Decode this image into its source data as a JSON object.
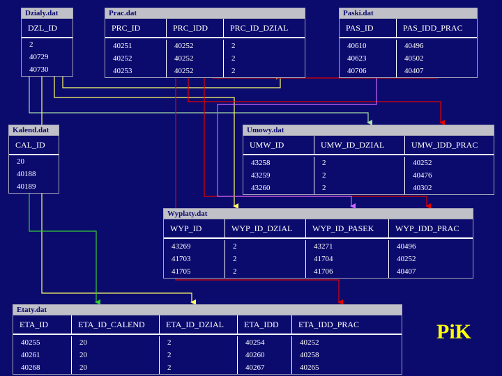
{
  "tables": [
    {
      "id": "dzialy",
      "title": "Dzialy.dat",
      "columns": [
        "DZL_ID"
      ],
      "rows": [
        [
          "2"
        ],
        [
          "40729"
        ],
        [
          "40730"
        ]
      ]
    },
    {
      "id": "prac",
      "title": "Prac.dat",
      "columns": [
        "PRC_ID",
        "PRC_IDD",
        "PRC_ID_DZIAL"
      ],
      "rows": [
        [
          "40251",
          "40252",
          "2"
        ],
        [
          "40252",
          "40252",
          "2"
        ],
        [
          "40253",
          "40252",
          "2"
        ]
      ]
    },
    {
      "id": "paski",
      "title": "Paski.dat",
      "columns": [
        "PAS_ID",
        "PAS_IDD_PRAC"
      ],
      "rows": [
        [
          "40610",
          "40496"
        ],
        [
          "40623",
          "40502"
        ],
        [
          "40706",
          "40407"
        ]
      ]
    },
    {
      "id": "kalend",
      "title": "Kalend.dat",
      "columns": [
        "CAL_ID"
      ],
      "rows": [
        [
          "20"
        ],
        [
          "40188"
        ],
        [
          "40189"
        ]
      ]
    },
    {
      "id": "umowy",
      "title": "Umowy.dat",
      "columns": [
        "UMW_ID",
        "UMW_ID_DZIAL",
        "UMW_IDD_PRAC"
      ],
      "rows": [
        [
          "43258",
          "2",
          "40252"
        ],
        [
          "43259",
          "2",
          "40476"
        ],
        [
          "43260",
          "2",
          "40302"
        ]
      ]
    },
    {
      "id": "wyplaty",
      "title": "Wyplaty.dat",
      "columns": [
        "WYP_ID",
        "WYP_ID_DZIAL",
        "WYP_ID_PASEK",
        "WYP_IDD_PRAC"
      ],
      "rows": [
        [
          "43269",
          "2",
          "43271",
          "40496"
        ],
        [
          "41703",
          "2",
          "41704",
          "40252"
        ],
        [
          "41705",
          "2",
          "41706",
          "40407"
        ]
      ]
    },
    {
      "id": "etaty",
      "title": "Etaty.dat",
      "columns": [
        "ETA_ID",
        "ETA_ID_CALEND",
        "ETA_ID_DZIAL",
        "ETA_IDD",
        "ETA_IDD_PRAC"
      ],
      "rows": [
        [
          "40255",
          "20",
          "2",
          "40254",
          "40252"
        ],
        [
          "40261",
          "20",
          "2",
          "40260",
          "40258"
        ],
        [
          "40268",
          "20",
          "2",
          "40267",
          "40265"
        ]
      ]
    }
  ],
  "logo": {
    "text": "PiK"
  },
  "colors": {
    "background": "#0b0b6e",
    "title_bar": "#c0c0c8",
    "link_dzial": "#ffff66",
    "link_prac": "#e00000",
    "link_pasek": "#cc66ff",
    "link_calend": "#33cc33",
    "link_dzial_alt": "#aaddaa",
    "logo": "#ffff00"
  }
}
